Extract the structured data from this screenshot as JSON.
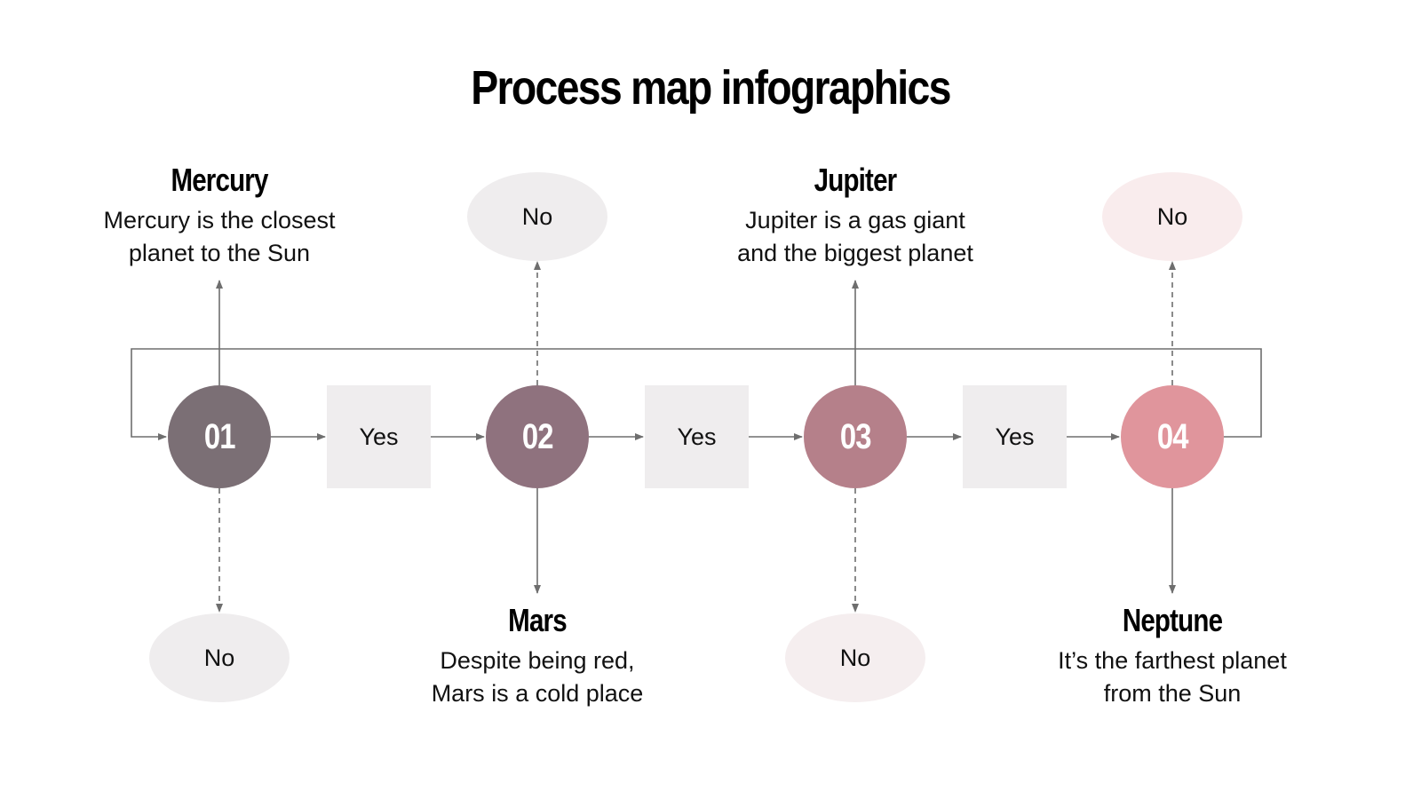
{
  "title": "Process map infographics",
  "colors": {
    "step1": "#7b6f75",
    "step2": "#8f727e",
    "step3": "#b5808a",
    "step4": "#e0959c",
    "yes_box": "#efedee",
    "no_grey": "#efedee",
    "no_pink": "#f9eced",
    "no_mauve": "#f5eeef",
    "connector": "#6e6e6e"
  },
  "steps": [
    {
      "number": "01",
      "heading": "Mercury",
      "description_line1": "Mercury is the closest",
      "description_line2": "planet to the Sun",
      "label_position": "top",
      "no_position": "bottom"
    },
    {
      "number": "02",
      "heading": "Mars",
      "description_line1": "Despite being red,",
      "description_line2": "Mars is a cold place",
      "label_position": "bottom",
      "no_position": "top"
    },
    {
      "number": "03",
      "heading": "Jupiter",
      "description_line1": "Jupiter is a gas giant",
      "description_line2": "and the biggest planet",
      "label_position": "top",
      "no_position": "bottom"
    },
    {
      "number": "04",
      "heading": "Neptune",
      "description_line1": "It’s the farthest planet",
      "description_line2": "from the Sun",
      "label_position": "bottom",
      "no_position": "top"
    }
  ],
  "decisions": {
    "yes_label": "Yes",
    "no_label": "No",
    "yes_boxes": [
      "Yes",
      "Yes",
      "Yes"
    ],
    "no_nodes": [
      "No",
      "No",
      "No",
      "No"
    ]
  }
}
